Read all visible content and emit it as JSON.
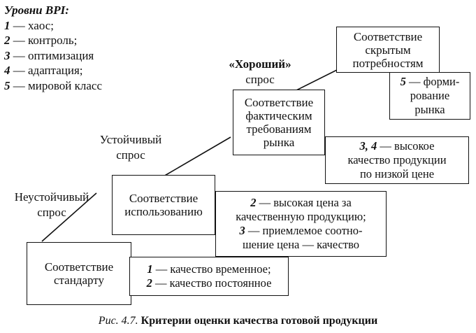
{
  "legend": {
    "title": "Уровни BPI:",
    "items": [
      {
        "num": "1",
        "text": " — хаос;"
      },
      {
        "num": "2",
        "text": " — контроль;"
      },
      {
        "num": "3",
        "text": " — оптимизация"
      },
      {
        "num": "4",
        "text": " — адаптация;"
      },
      {
        "num": "5",
        "text": " — мировой класс"
      }
    ]
  },
  "demand_labels": {
    "unstable": [
      "Неустойчивый",
      "спрос"
    ],
    "stable": [
      "Устойчивый",
      "спрос"
    ],
    "good": [
      "«Хороший»",
      "спрос"
    ]
  },
  "steps": {
    "standard": [
      "Соответствие",
      "стандарту"
    ],
    "usage": [
      "Соответствие",
      "использованию"
    ],
    "market": [
      "Соответствие",
      "фактическим",
      "требованиям",
      "рынка"
    ],
    "hidden": [
      "Соответствие",
      "скрытым",
      "потребностям"
    ]
  },
  "notes": {
    "n1": [
      {
        "num": "1",
        "text": " — качество временное;"
      },
      {
        "num": "2",
        "text": " — качество постоянное"
      }
    ],
    "n2": [
      {
        "num": "2",
        "text": " — высокая цена за"
      },
      {
        "num": "",
        "text": "качественную продукцию;"
      },
      {
        "num": "3",
        "text": " — приемлемое соотно-"
      },
      {
        "num": "",
        "text": "шение цена — качество"
      }
    ],
    "n3": [
      {
        "num": "3, 4",
        "text": " — высокое"
      },
      {
        "num": "",
        "text": "качество продукции"
      },
      {
        "num": "",
        "text": "по низкой цене"
      }
    ],
    "n4": [
      {
        "num": "5",
        "text": " — форми-"
      },
      {
        "num": "",
        "text": "рование"
      },
      {
        "num": "",
        "text": "рынка"
      }
    ]
  },
  "caption": {
    "figure": "Рис. 4.7.",
    "text": "Критерии оценки качества готовой продукции"
  }
}
